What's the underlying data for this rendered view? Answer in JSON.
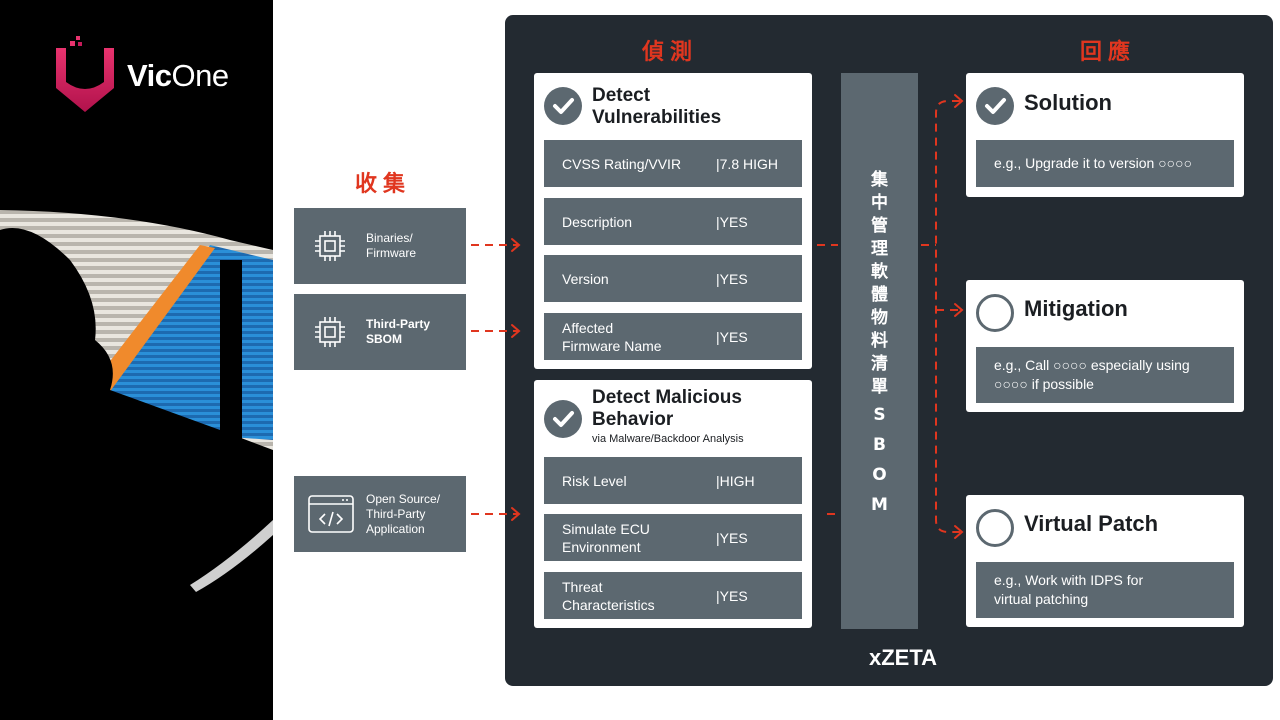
{
  "brand": {
    "name_bold": "Vic",
    "name_light": "One"
  },
  "stages": {
    "collect": "收集",
    "detect": "偵測",
    "respond": "回應"
  },
  "sources": [
    {
      "label": "Binaries/\nFirmware",
      "icon": "chip-icon"
    },
    {
      "label": "Third-Party\nSBOM",
      "icon": "chip-icon"
    },
    {
      "label": "Open Source/\nThird-Party\nApplication",
      "icon": "code-window-icon"
    }
  ],
  "detect_vuln": {
    "title": "Detect\nVulnerabilities",
    "rows": [
      {
        "key": "CVSS Rating/VVIR",
        "value": "|7.8 HIGH"
      },
      {
        "key": "Description",
        "value": "|YES"
      },
      {
        "key": "Version",
        "value": "|YES"
      },
      {
        "key": "Affected\nFirmware Name",
        "value": "|YES"
      }
    ]
  },
  "detect_malicious": {
    "title": "Detect Malicious\nBehavior",
    "subtitle": "via Malware/Backdoor Analysis",
    "rows": [
      {
        "key": "Risk Level",
        "value": "|HIGH"
      },
      {
        "key": "Simulate ECU\nEnvironment",
        "value": "|YES"
      },
      {
        "key": "Threat\nCharacteristics",
        "value": "|YES"
      }
    ]
  },
  "sbom_bar": [
    "集",
    "中",
    "管",
    "理",
    "軟",
    "體",
    "物",
    "料",
    "清",
    "單",
    "S",
    "B",
    "O",
    "M"
  ],
  "responses": [
    {
      "title": "Solution",
      "status": "checked",
      "text": "e.g., Upgrade it to version ○○○○"
    },
    {
      "title": "Mitigation",
      "status": "unchecked",
      "text": "e.g., Call ○○○○ especially using\n○○○○ if possible"
    },
    {
      "title": "Virtual Patch",
      "status": "unchecked",
      "text": "e.g., Work with IDPS for\nvirtual patching"
    }
  ],
  "product": "xZETA",
  "colors": {
    "accent_red": "#e0361f",
    "panel_dark": "#232a31",
    "box_grey": "#5c6870"
  }
}
